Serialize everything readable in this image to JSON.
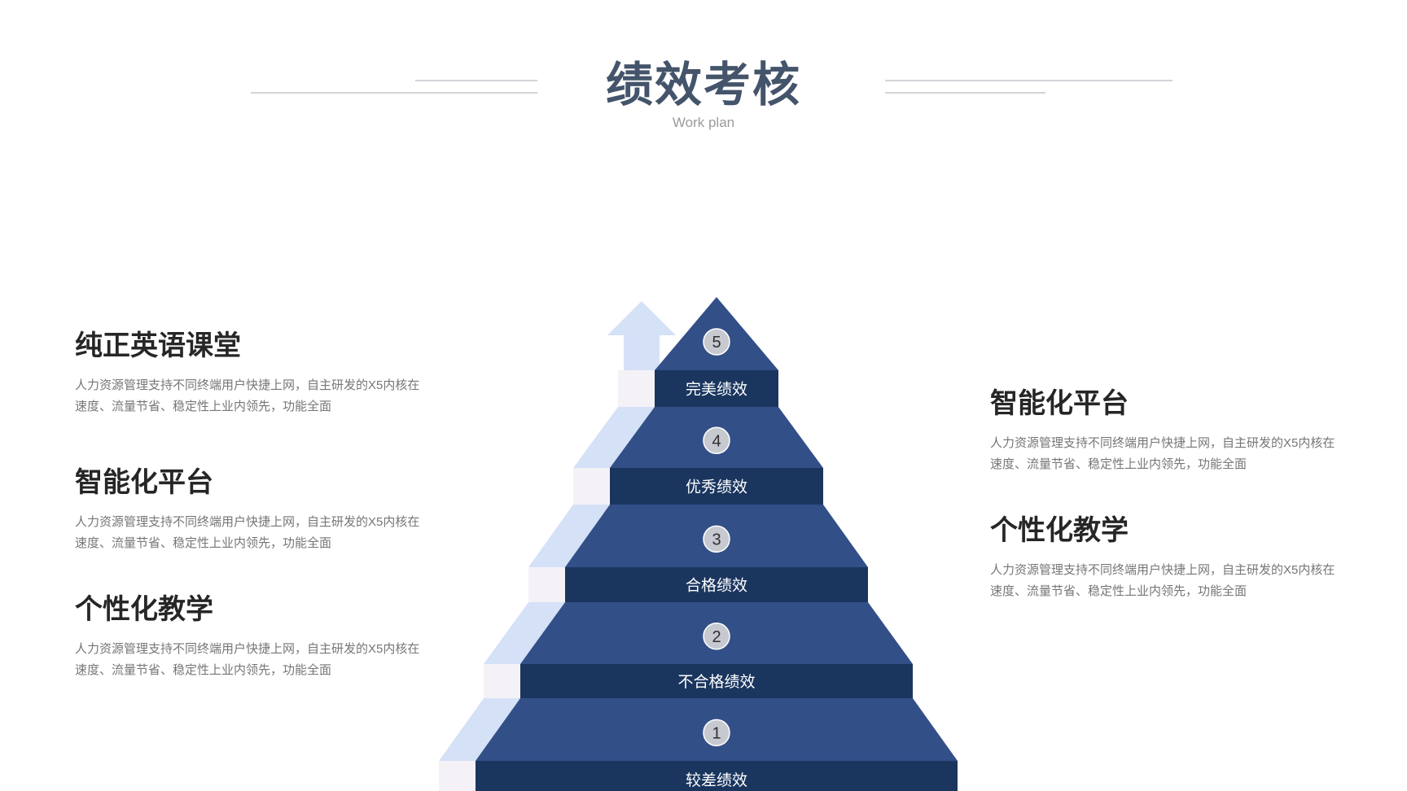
{
  "header": {
    "title": "绩效考核",
    "subtitle": "Work plan"
  },
  "colors": {
    "tier_light": "#324f88",
    "tier_dark": "#1a365f",
    "arrow": "#d5e1f7",
    "riser": "#f5f2f7",
    "badge": "#c6c9d0",
    "text_dark": "#262626",
    "text_gray": "#767676"
  },
  "left_blocks": [
    {
      "title": "纯正英语课堂",
      "desc_line1": "人力资源管理支持不同终端用户快捷上网，自主研发的X5内核在",
      "desc_line2": "速度、流量节省、稳定性上业内领先，功能全面"
    },
    {
      "title": "智能化平台",
      "desc_line1": "人力资源管理支持不同终端用户快捷上网，自主研发的X5内核在",
      "desc_line2": "速度、流量节省、稳定性上业内领先，功能全面"
    },
    {
      "title": "个性化教学",
      "desc_line1": "人力资源管理支持不同终端用户快捷上网，自主研发的X5内核在",
      "desc_line2": "速度、流量节省、稳定性上业内领先，功能全面"
    }
  ],
  "right_blocks": [
    {
      "title": "智能化平台",
      "desc_line1": "人力资源管理支持不同终端用户快捷上网，自主研发的X5内核在",
      "desc_line2": "速度、流量节省、稳定性上业内领先，功能全面"
    },
    {
      "title": "个性化教学",
      "desc_line1": "人力资源管理支持不同终端用户快捷上网，自主研发的X5内核在",
      "desc_line2": "速度、流量节省、稳定性上业内领先，功能全面"
    }
  ],
  "pyramid": {
    "tiers": [
      {
        "number": "5",
        "label": "完美绩效"
      },
      {
        "number": "4",
        "label": "优秀绩效"
      },
      {
        "number": "3",
        "label": "合格绩效"
      },
      {
        "number": "2",
        "label": "不合格绩效"
      },
      {
        "number": "1",
        "label": "较差绩效"
      }
    ]
  }
}
